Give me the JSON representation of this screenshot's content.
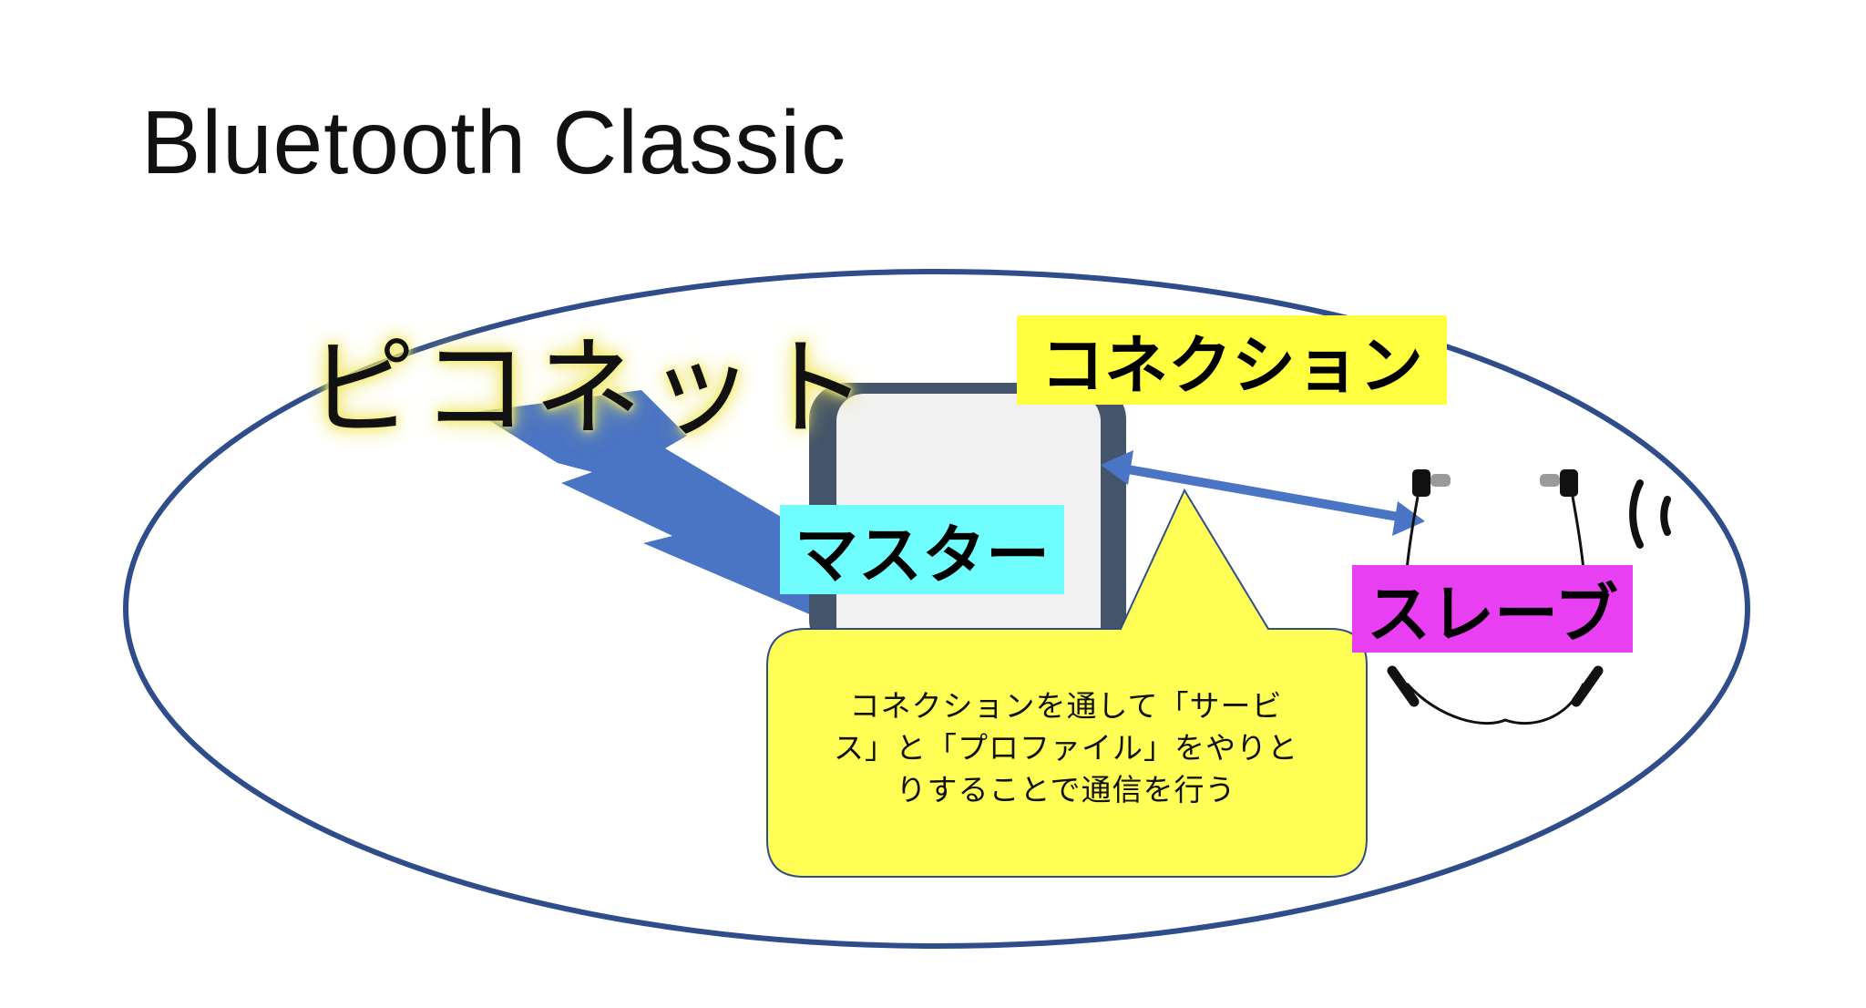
{
  "title": "Bluetooth Classic",
  "piconet_label": "ピコネット",
  "connection_label": "コネクション",
  "master_label": "マスター",
  "slave_label": "スレーブ",
  "callout": {
    "line1": "コネクションを通して「サービ",
    "line2": "ス」と「プロファイル」をやりと",
    "line3": "りすることで通信を行う"
  },
  "colors": {
    "ellipse": "#2f4d8a",
    "lightning": "#4a74c4",
    "arrow": "#4a74c4",
    "connection_bg": "#ffff40",
    "master_bg": "#70fdfd",
    "slave_bg": "#e83ff2",
    "callout_bg": "#ffff55",
    "device_frame": "#44546a",
    "device_screen": "#f1f1f1"
  },
  "icons": [
    "lightning-icon",
    "device-icon",
    "earphones-icon",
    "wave-icon"
  ]
}
